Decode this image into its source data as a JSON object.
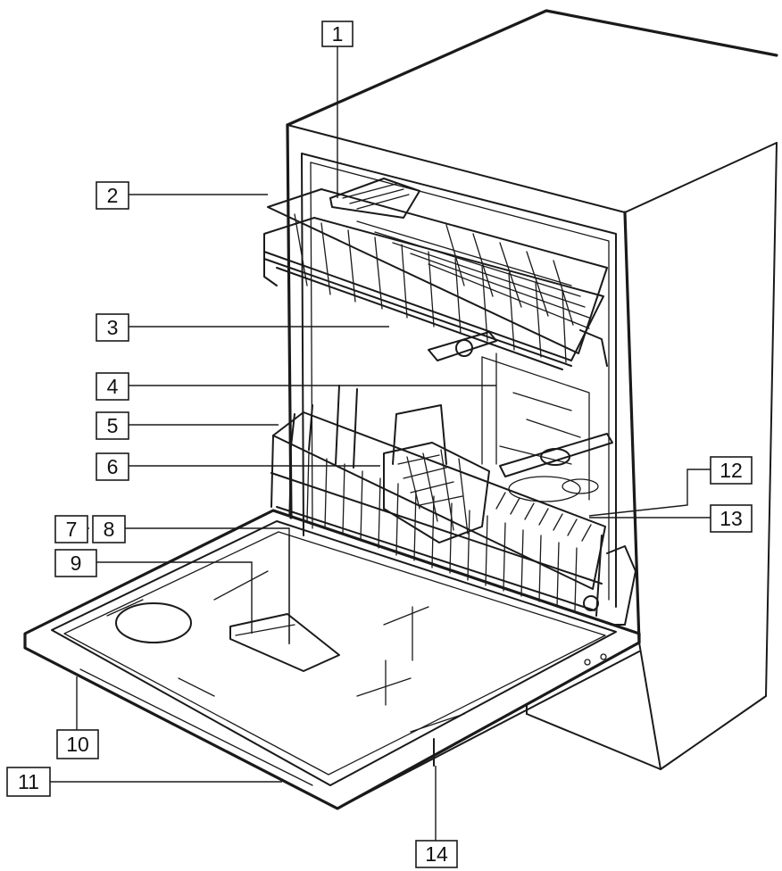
{
  "callouts": [
    {
      "id": "callout-1",
      "label": "1"
    },
    {
      "id": "callout-2",
      "label": "2"
    },
    {
      "id": "callout-3",
      "label": "3"
    },
    {
      "id": "callout-4",
      "label": "4"
    },
    {
      "id": "callout-5",
      "label": "5"
    },
    {
      "id": "callout-6",
      "label": "6"
    },
    {
      "id": "callout-7",
      "label": "7"
    },
    {
      "id": "callout-8",
      "label": "8"
    },
    {
      "id": "callout-9",
      "label": "9"
    },
    {
      "id": "callout-10",
      "label": "10"
    },
    {
      "id": "callout-11",
      "label": "11"
    },
    {
      "id": "callout-12",
      "label": "12"
    },
    {
      "id": "callout-13",
      "label": "13"
    },
    {
      "id": "callout-14",
      "label": "14"
    }
  ]
}
